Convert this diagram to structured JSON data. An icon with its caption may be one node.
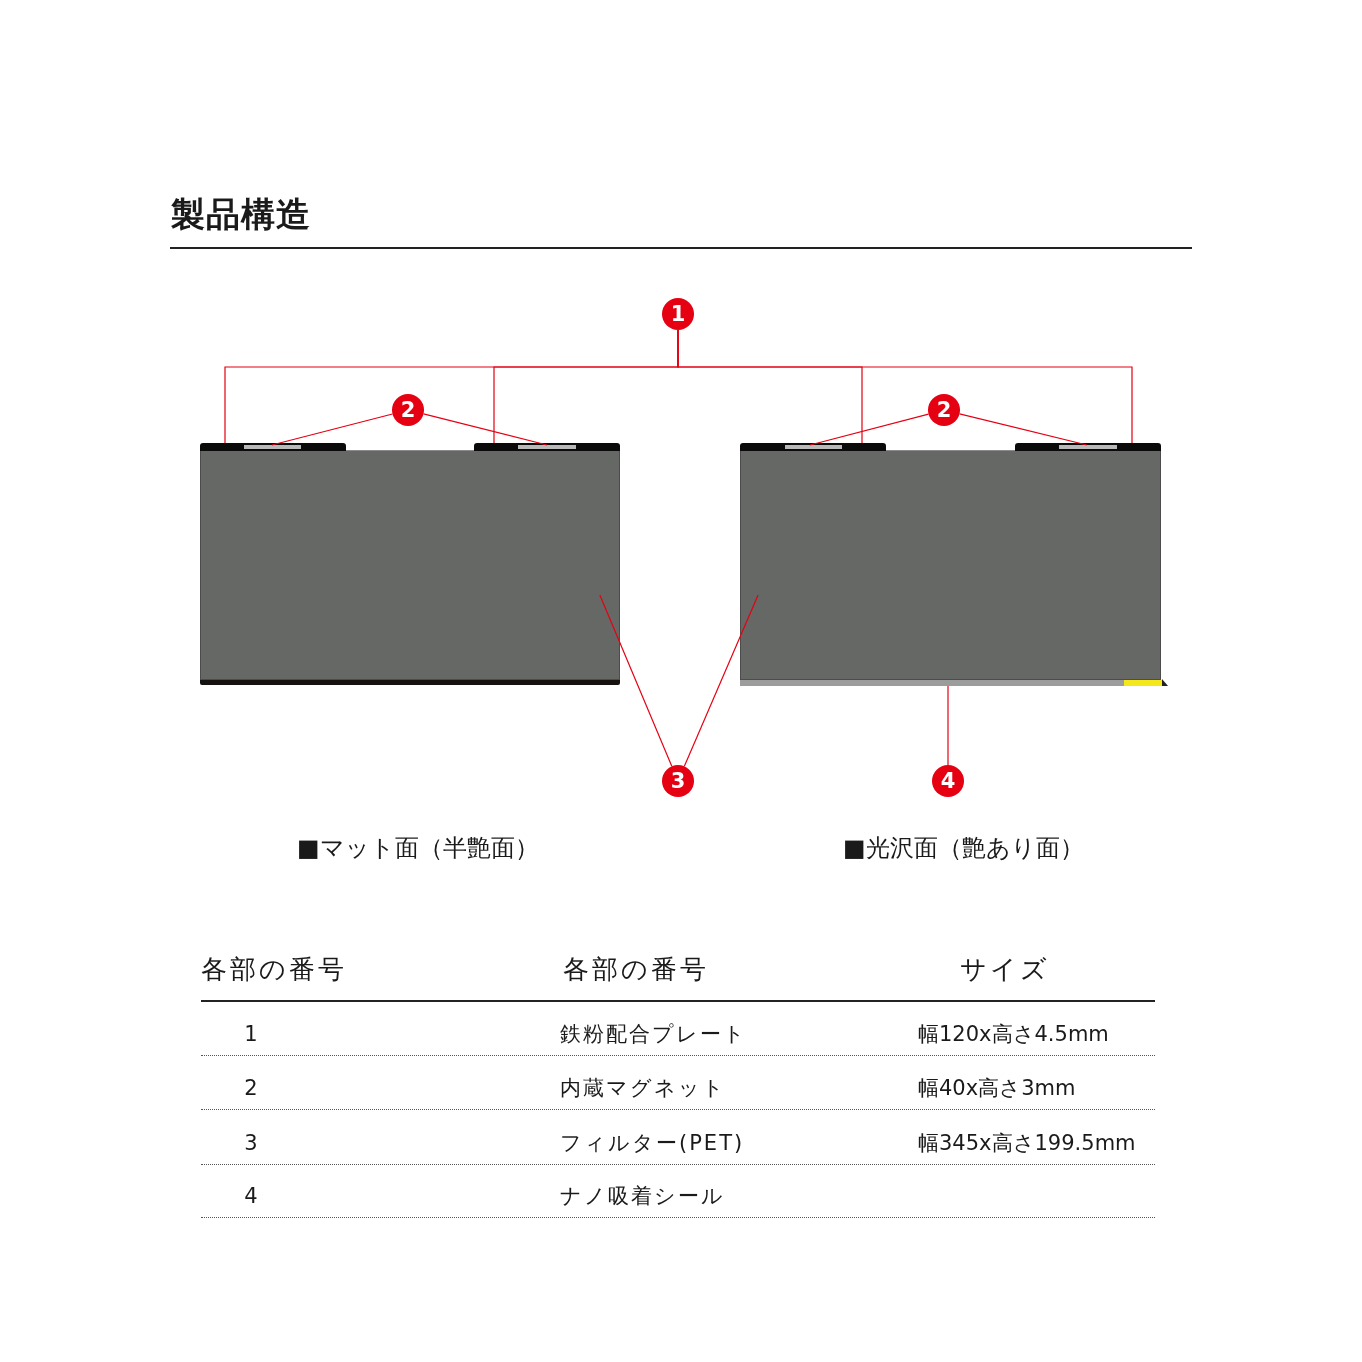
{
  "diagram": {
    "title": "製品構造",
    "nodes": [
      {
        "text": [
          "1"
        ]
      },
      {
        "text": [
          "2"
        ]
      },
      {
        "text": [
          "2"
        ]
      },
      {
        "text": [],
        "shape": "bar"
      },
      {
        "text": [],
        "shape": "bar",
        "in": 3
      },
      {
        "text": [],
        "shape": "bar"
      },
      {
        "text": [],
        "shape": "bar",
        "in": 5
      },
      {
        "text": [],
        "shape": "bar"
      },
      {
        "text": [],
        "shape": "bar",
        "in": 7
      },
      {
        "text": [],
        "shape": "bar"
      },
      {
        "text": [],
        "shape": "bar",
        "in": 9
      },
      {
        "text": [],
        "shape": "box"
      },
      {
        "text": [],
        "shape": "box"
      },
      {
        "text": [],
        "shape": "bar"
      },
      {
        "text": [
          "3"
        ]
      },
      {
        "text": [
          "4"
        ]
      }
    ],
    "edges": [
      {
        "from": 0,
        "to": 3,
        "arrow": "none"
      },
      {
        "from": 0,
        "to": 5,
        "arrow": "none"
      },
      {
        "from": 0,
        "to": 7,
        "arrow": "none"
      },
      {
        "from": 0,
        "to": 9,
        "arrow": "none"
      },
      {
        "from": 1,
        "to": 4,
        "arrow": "none"
      },
      {
        "from": 1,
        "to": 6,
        "arrow": "none"
      },
      {
        "from": 2,
        "to": 8,
        "arrow": "none"
      },
      {
        "from": 2,
        "to": 10,
        "arrow": "none"
      },
      {
        "from": 14,
        "to": 11,
        "arrow": "none"
      },
      {
        "from": 14,
        "to": 12,
        "arrow": "none"
      },
      {
        "from": 15,
        "to": 13,
        "arrow": "none"
      }
    ],
    "labels": [
      "■マット面（半艶面）",
      "■光沢面（艶あり面）",
      "各部の番号",
      "各部の番号",
      "サイズ",
      "1",
      "鉄粉配合プレート",
      "幅120x高さ4.5mm",
      "2",
      "内蔵マグネット",
      "幅40x高さ3mm",
      "3",
      "フィルター(PET)",
      "幅345x高さ199.5mm",
      "4",
      "ナノ吸着シール"
    ]
  }
}
